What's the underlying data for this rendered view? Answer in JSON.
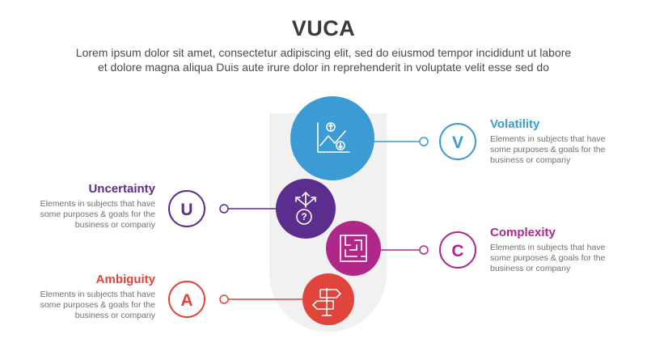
{
  "header": {
    "title": "VUCA",
    "subtitle_line1": "Lorem ipsum dolor sit amet, consectetur adipiscing elit, sed do eiusmod tempor incididunt ut labore",
    "subtitle_line2": "et dolore magna aliqua Duis aute irure dolor in reprehenderit in voluptate velit esse sed do"
  },
  "items": {
    "volatility": {
      "letter": "V",
      "title": "Volatility",
      "desc1": "Elements in subjects that have",
      "desc2": "some purposes & goals for the",
      "desc3": "business or company",
      "color": "#3a9bd5",
      "icon": "chart-arrows-icon"
    },
    "uncertainty": {
      "letter": "U",
      "title": "Uncertainty",
      "desc1": "Elements in subjects that have",
      "desc2": "some purposes & goals for the",
      "desc3": "business or company",
      "color": "#5b2d8e",
      "icon": "question-head-icon"
    },
    "complexity": {
      "letter": "C",
      "title": "Complexity",
      "desc1": "Elements in subjects that have",
      "desc2": "some purposes & goals for the",
      "desc3": "business or company",
      "color": "#b0278a",
      "icon": "maze-icon"
    },
    "ambiguity": {
      "letter": "A",
      "title": "Ambiguity",
      "desc1": "Elements in subjects that have",
      "desc2": "some purposes & goals for the",
      "desc3": "business or company",
      "color": "#e0443a",
      "icon": "signpost-icon"
    }
  }
}
